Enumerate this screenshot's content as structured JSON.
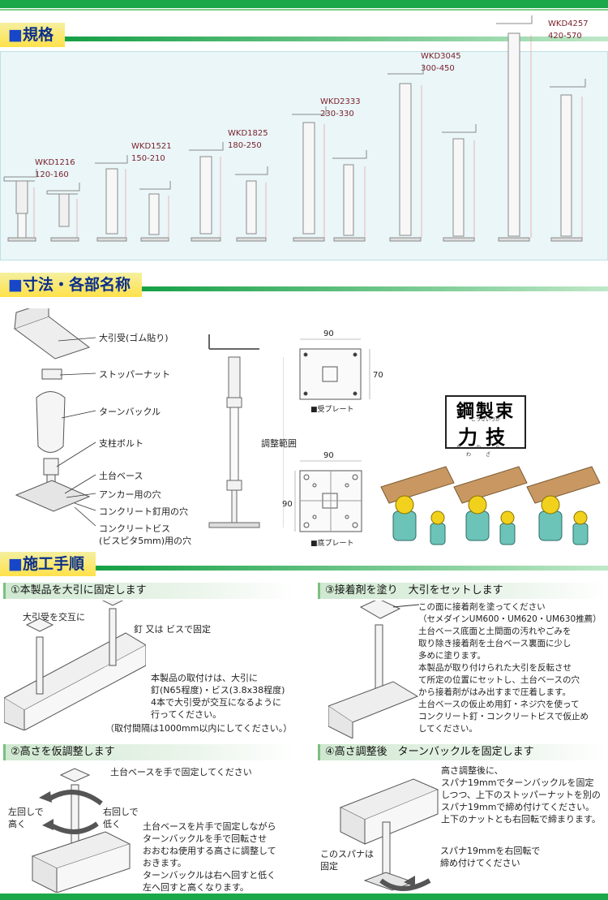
{
  "sections": {
    "spec": "規格",
    "dims": "寸法・各部名称",
    "steps": "施工手順"
  },
  "models": [
    {
      "name": "WKD1216",
      "range": "120-160"
    },
    {
      "name": "WKD1521",
      "range": "150-210"
    },
    {
      "name": "WKD1825",
      "range": "180-250"
    },
    {
      "name": "WKD2333",
      "range": "230-330"
    },
    {
      "name": "WKD3045",
      "range": "300-450"
    },
    {
      "name": "WKD4257",
      "range": "420-570"
    }
  ],
  "parts": [
    "大引受(ゴム貼り)",
    "ストッパーナット",
    "ターンバックル",
    "支柱ボルト",
    "土台ベース",
    "アンカー用の穴",
    "コンクリート釘用の穴",
    "コンクリートビス",
    "(ビスピタ5mm)用の穴"
  ],
  "adjust_label": "調整範囲",
  "plates": {
    "top_width": "90",
    "top_height": "70",
    "top_caption": "■受プレート",
    "base_width": "90",
    "base_height": "90",
    "base_caption": "■底プレート"
  },
  "badge": {
    "line1": "鋼製束",
    "ruby1": "こうせいづか",
    "line2": "力技",
    "ruby2": "ちから わざ"
  },
  "steps": {
    "s1": {
      "title": "①本製品を大引に固定します",
      "label_a": "大引受を交互に",
      "label_b": "釘 又は ビスで固定",
      "body": [
        "本製品の取付けは、大引に",
        "釘(N65程度)・ビス(3.8x38程度)",
        "4本で大引受が交互になるように",
        "行ってください。",
        "（取付間隔は1000mm以内にしてください。）"
      ]
    },
    "s2": {
      "title": "②高さを仮調整します",
      "label_a": "土台ベースを手で固定してください",
      "left": [
        "左回しで",
        "高く"
      ],
      "right": [
        "右回しで",
        "低く"
      ],
      "body": [
        "土台ベースを片手で固定しながら",
        "ターンバックルを手で回転させ",
        "おおむね使用する高さに調整して",
        "おきます。",
        "ターンバックルは右へ回すと低く",
        "左へ回すと高くなります。"
      ]
    },
    "s3": {
      "title": "③接着剤を塗り　大引をセットします",
      "body": [
        "この面に接着剤を塗ってください",
        "（セメダインUM600・UM620・UM630推薦）",
        "土台ベース底面と土間面の汚れやごみを",
        "取り除き接着剤を土台ベース裏面に少し",
        "多めに塗ります。",
        "本製品が取り付けられた大引を反転させ",
        "て所定の位置にセットし、土台ベースの穴",
        "から接着剤がはみ出すまで圧着します。",
        "土台ベースの仮止め用釘・ネジ穴を使って",
        "コンクリート釘・コンクリートビスで仮止め",
        "してください。"
      ]
    },
    "s4": {
      "title": "④高さ調整後　ターンバックルを固定します",
      "body": [
        "高さ調整後に、",
        "スパナ19mmでターンバックルを固定",
        "しつつ、上下のストッパーナットを別の",
        "スパナ19mmで締め付けてください。",
        "上下のナットとも右回転で締まります。"
      ],
      "label_a": [
        "このスパナは",
        "固定"
      ],
      "label_b": [
        "スパナ19mmを右回転で",
        "締め付けてください"
      ]
    }
  },
  "colors": {
    "green": "#1aa84a",
    "header_yellow": "#ffe14a",
    "header_text": "#0b2f8a",
    "spec_bg": "#eaf6f8",
    "model_text": "#7a1f2b"
  }
}
